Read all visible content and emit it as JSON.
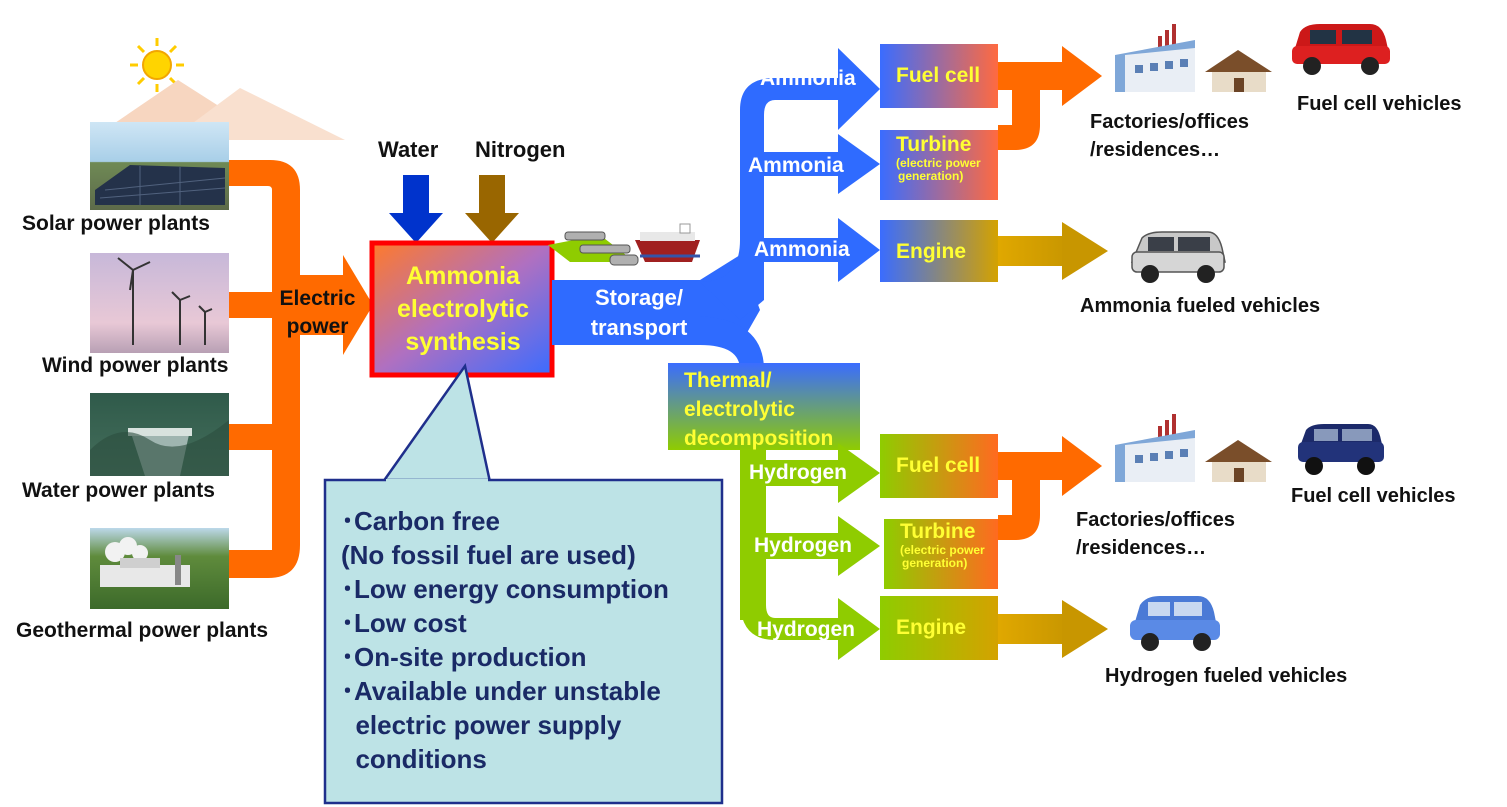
{
  "sources": {
    "solar": "Solar power plants",
    "wind": "Wind power plants",
    "water": "Water power plants",
    "geothermal": "Geothermal power plants"
  },
  "electric_power": [
    "Electric",
    "power"
  ],
  "inputs": {
    "water": "Water",
    "nitrogen": "Nitrogen"
  },
  "synthesis": [
    "Ammonia",
    "electrolytic",
    "synthesis"
  ],
  "storage": [
    "Storage/",
    "transport"
  ],
  "decomposition": [
    "Thermal/",
    "electrolytic",
    "decomposition"
  ],
  "ammonia_branch": {
    "labels": [
      "Ammonia",
      "Ammonia",
      "Ammonia"
    ],
    "fuel_cell": "Fuel cell",
    "turbine": "Turbine",
    "turbine_sub": [
      "(electric power",
      "generation)"
    ],
    "engine": "Engine",
    "users": [
      "Factories/offices",
      "/residences…"
    ],
    "fc_vehicles": "Fuel cell vehicles",
    "engine_vehicles": "Ammonia fueled vehicles"
  },
  "hydrogen_branch": {
    "labels": [
      "Hydrogen",
      "Hydrogen",
      "Hydrogen"
    ],
    "fuel_cell": "Fuel cell",
    "turbine": "Turbine",
    "turbine_sub": [
      "(electric power",
      "generation)"
    ],
    "engine": "Engine",
    "users": [
      "Factories/offices",
      "/residences…"
    ],
    "fc_vehicles": "Fuel cell vehicles",
    "engine_vehicles": "Hydrogen fueled vehicles"
  },
  "benefits": [
    "･Carbon free",
    "(No fossil fuel are used)",
    "･Low energy consumption",
    "･Low cost",
    "･On-site production",
    "･Available under unstable",
    "  electric power supply",
    "  conditions"
  ],
  "colors": {
    "orange": "#ff6a00",
    "blue": "#2f6bff",
    "green": "#8fcc00",
    "brown": "#9a6200",
    "callout_fill": "#bde3e6",
    "callout_border": "#1f2f8c"
  }
}
